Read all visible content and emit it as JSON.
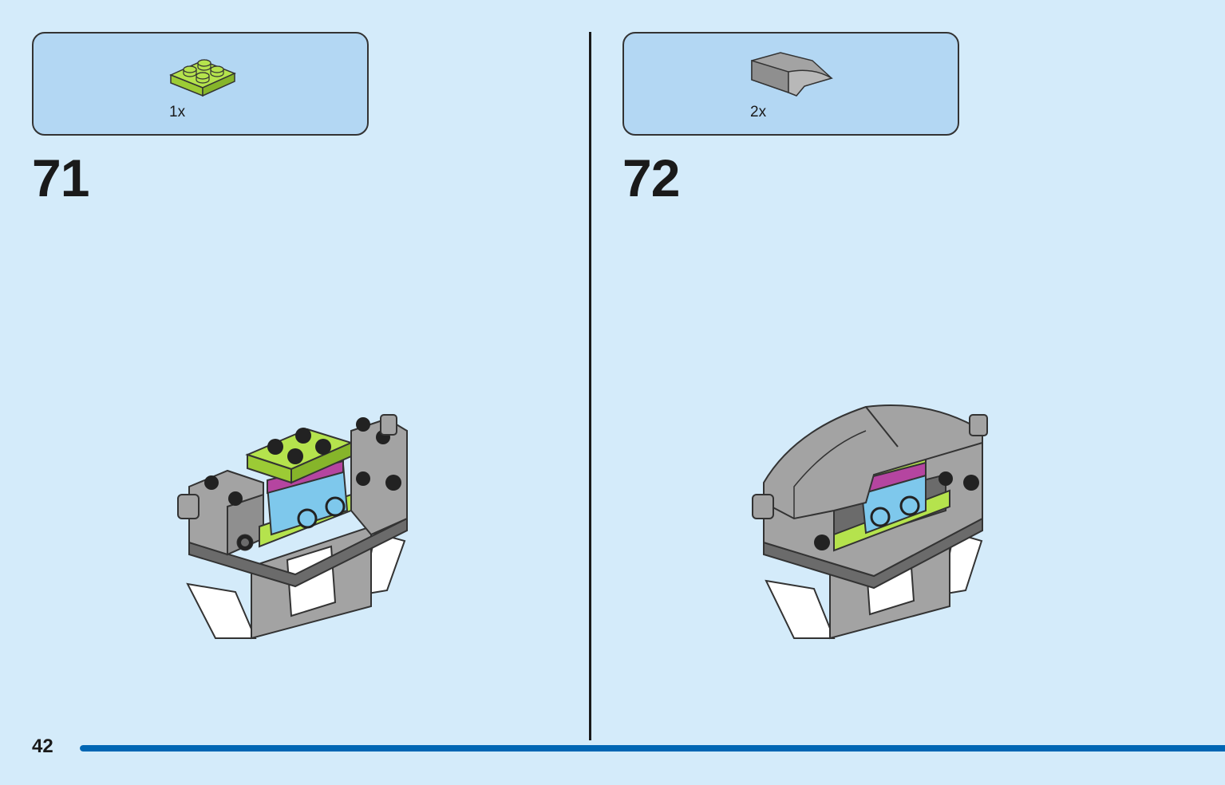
{
  "steps": [
    {
      "number": "71",
      "part_quantity": "1x",
      "part_name": "plate-2x2-lime-icon",
      "part_color": "#b5e34d"
    },
    {
      "number": "72",
      "part_quantity": "2x",
      "part_name": "slope-curved-grey-icon",
      "part_color": "#a3a3a3"
    }
  ],
  "footer": {
    "page_number": "42",
    "progress": 1.0,
    "progress_color": "#0066b3"
  },
  "colors": {
    "background": "#d4ebfa",
    "callout_fill": "#b3d7f3",
    "lime": "#b5e34d",
    "magenta": "#b545a0",
    "azure": "#7ec8ec",
    "grey": "#a3a3a3",
    "dark_grey": "#6b6b6b",
    "black": "#222222",
    "white": "#ffffff"
  }
}
